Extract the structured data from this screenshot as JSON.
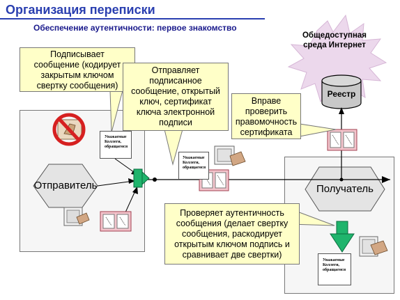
{
  "header": {
    "title": "Организация переписки",
    "subtitle": "Обеспечение аутентичности: первое знакомство"
  },
  "cloud": {
    "line1": "Общедоступная",
    "line2": "среда Интернет"
  },
  "registry": {
    "label": "Реестр"
  },
  "sender": {
    "label": "Отправитель"
  },
  "receiver": {
    "label": "Получатель"
  },
  "callouts": {
    "sign": {
      "l1": "Подписывает",
      "l2": "сообщение (кодирует",
      "l3": "закрытым ключом",
      "l4": "свертку сообщения)"
    },
    "send": {
      "l1": "Отправляет",
      "l2": "подписанное",
      "l3": "сообщение, открытый",
      "l4": "ключ, сертификат",
      "l5": "ключа  электронной",
      "l6": "подписи"
    },
    "check": {
      "l1": "Вправе",
      "l2": "проверить",
      "l3": "правомочность",
      "l4": "сертификата"
    },
    "verify": {
      "l1": "Проверяет аутентичность",
      "l2": "сообщения (делает свертку",
      "l3": "сообщения, раскодирует",
      "l4": "открытым ключом подпись и",
      "l5": "сравнивает две свертки)"
    }
  },
  "documents": {
    "text_l1": "Уважаемые",
    "text_l2": "Коллеги,",
    "text_l3": "обращаемся"
  },
  "colors": {
    "title": "#2a3fb0",
    "callout_fill": "#ffffc8",
    "arrow_green": "#1fb46c",
    "db_gray": "#c8c8c8",
    "cert_pink": "#f4c4cc"
  }
}
